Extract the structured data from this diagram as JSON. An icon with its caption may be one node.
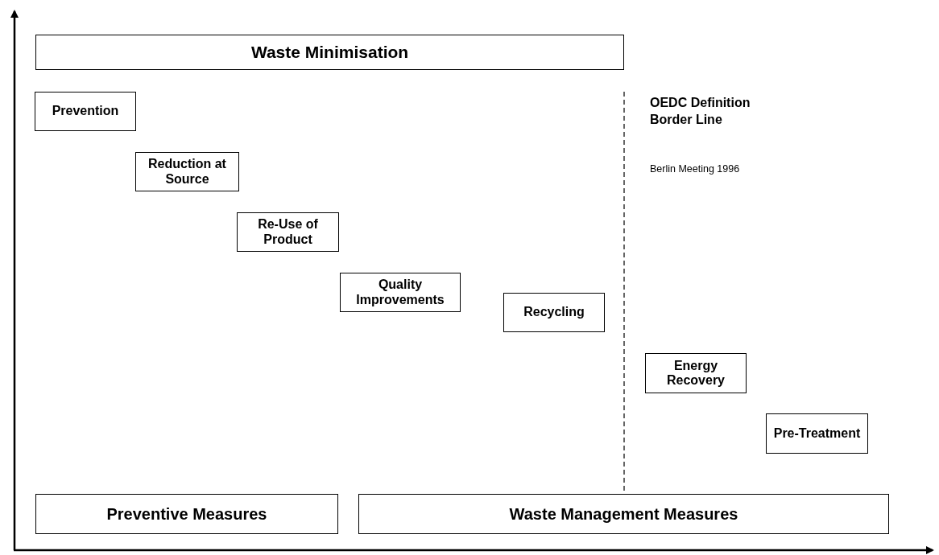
{
  "diagram": {
    "nodes": [
      {
        "text": [
          "Waste Minimisation"
        ]
      },
      {
        "text": [
          "Prevention"
        ]
      },
      {
        "text": [
          "Reduction at Source"
        ]
      },
      {
        "text": [
          "Re-Use of Product"
        ]
      },
      {
        "text": [
          "Quality Improvements"
        ]
      },
      {
        "text": [
          "Recycling"
        ]
      },
      {
        "text": [
          "Energy Recovery"
        ]
      },
      {
        "text": [
          "Pre-Treatment"
        ]
      },
      {
        "text": [
          "Preventive Measures"
        ]
      },
      {
        "text": [
          "Waste Management Measures"
        ]
      }
    ],
    "labels": [
      "OEDC Definition Border Line",
      "Berlin Meeting 1996"
    ]
  }
}
